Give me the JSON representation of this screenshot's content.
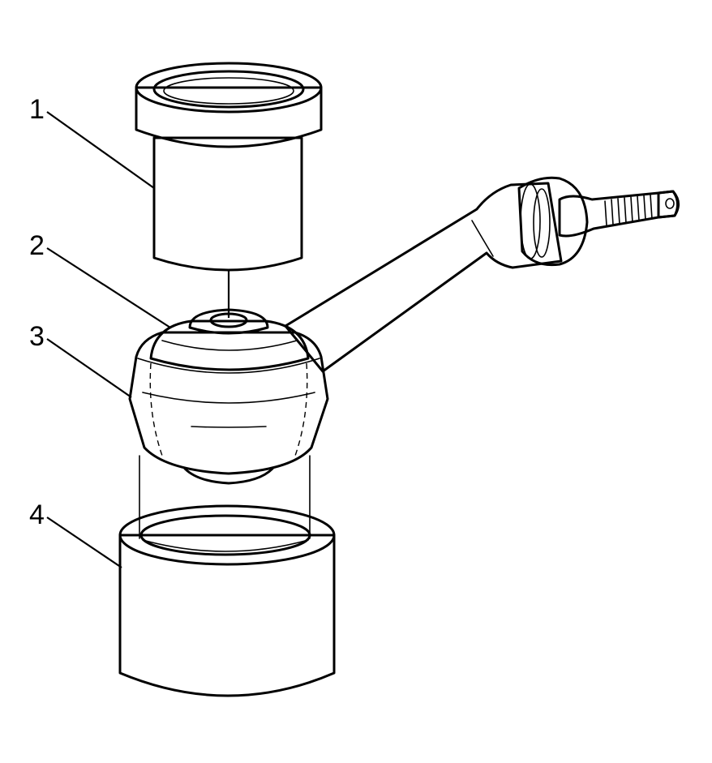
{
  "callouts": [
    {
      "id": "1",
      "label": "1"
    },
    {
      "id": "2",
      "label": "2"
    },
    {
      "id": "3",
      "label": "3"
    },
    {
      "id": "4",
      "label": "4"
    }
  ],
  "colors": {
    "ink": "#000000",
    "stipple": "#000000",
    "background": "#ffffff"
  }
}
